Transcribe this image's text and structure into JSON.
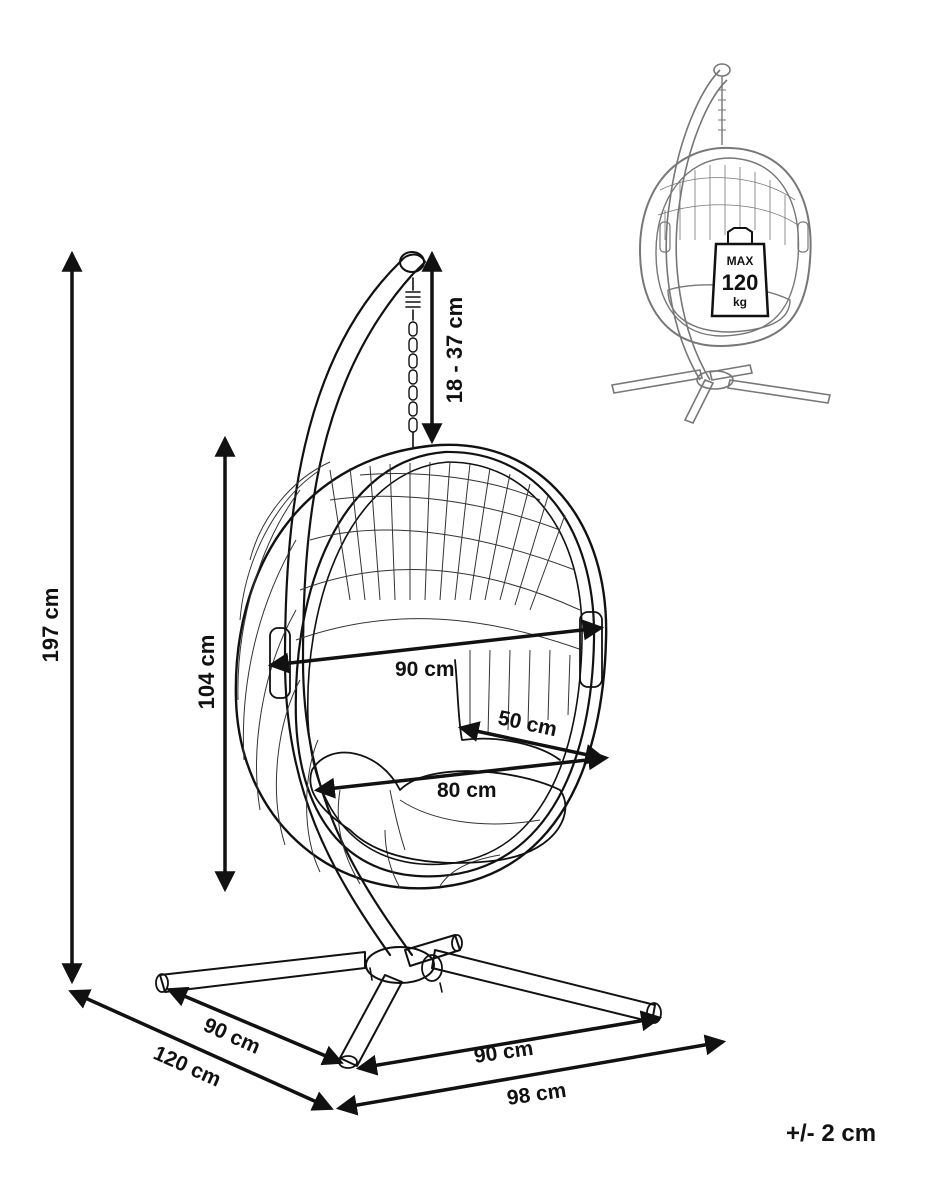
{
  "dimensions": {
    "height_total": "197 cm",
    "height_seat": "104 cm",
    "chain": "18 - 37 cm",
    "seat_width": "90 cm",
    "seat_depth": "50 cm",
    "seat_inner": "80 cm",
    "base_left": "90 cm",
    "base_right": "90 cm",
    "base_diagonal": "120 cm",
    "base_front": "98 cm",
    "tolerance": "+/- 2 cm"
  },
  "thumbnail": {
    "weight_line1": "MAX",
    "weight_line2": "120",
    "weight_line3": "kg"
  },
  "colors": {
    "ink": "#111111",
    "thumb_ink": "#888888",
    "background": "#ffffff"
  },
  "icons": [
    "weight-icon"
  ]
}
